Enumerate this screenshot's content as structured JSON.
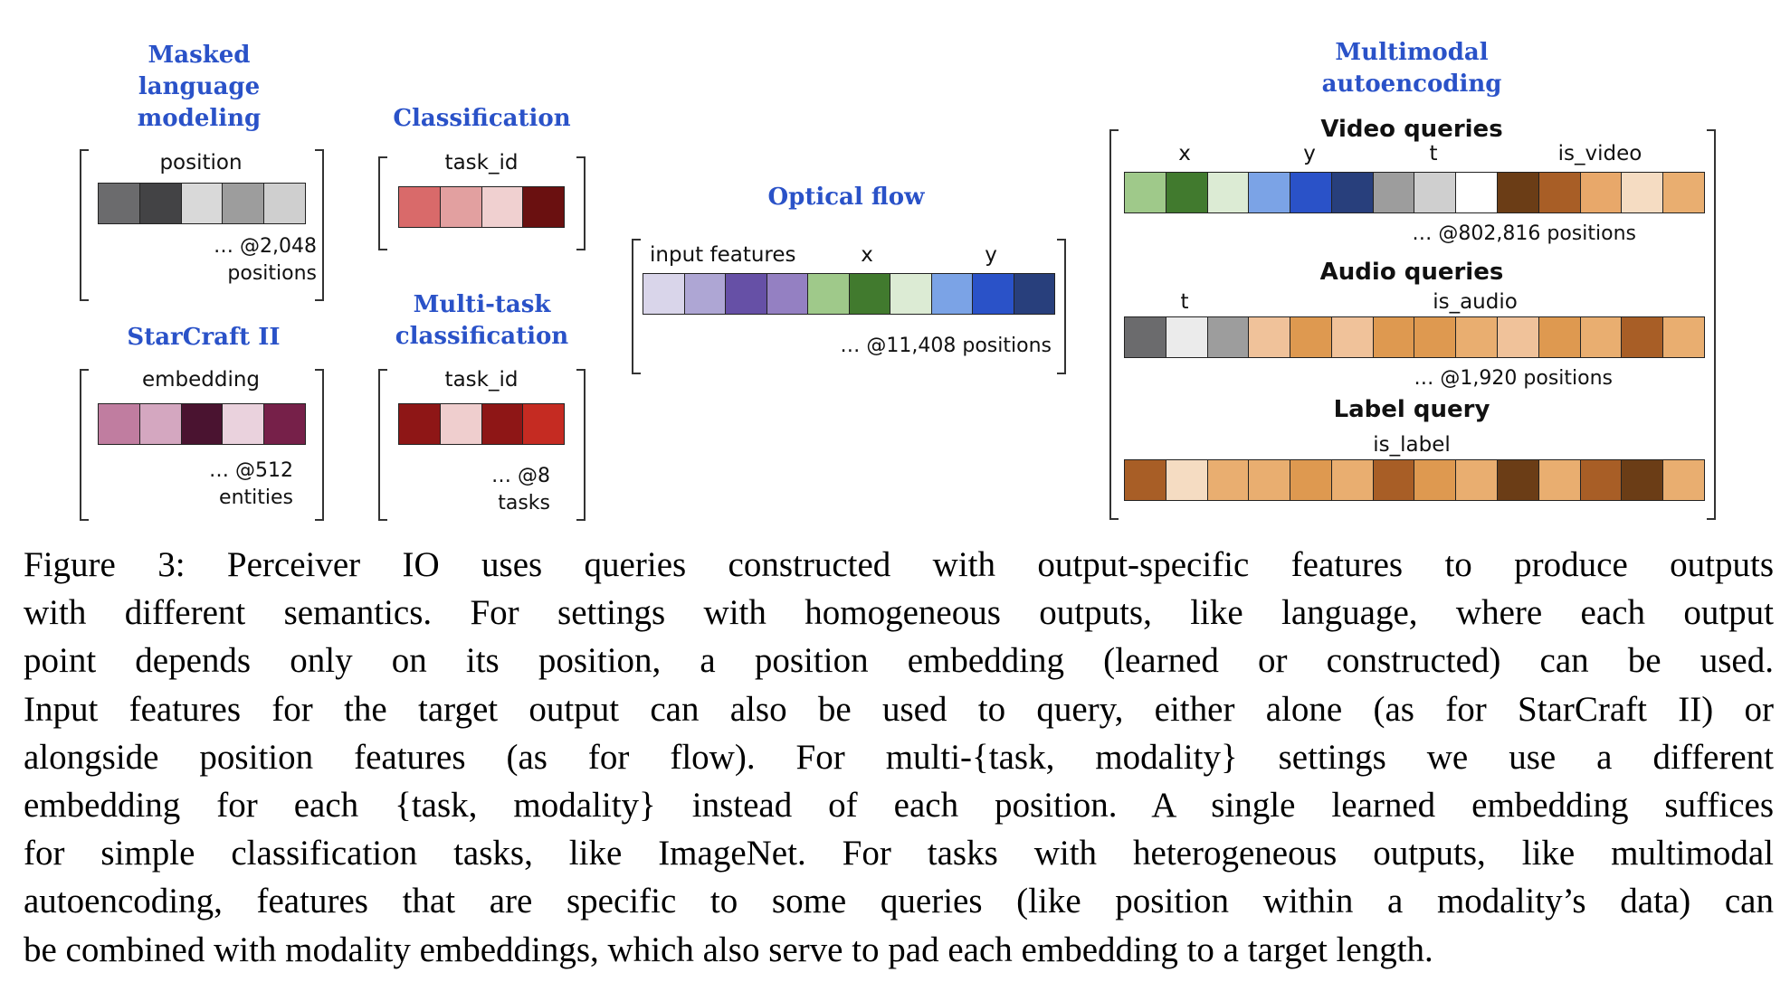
{
  "panels": {
    "mlm": {
      "title": [
        "Masked",
        "language",
        "modeling"
      ],
      "feature_label": "position",
      "note": [
        "… @2,048",
        "positions"
      ],
      "cells": [
        "#6b6b6d",
        "#434345",
        "#d9d9d9",
        "#9d9d9d",
        "#cfcfcf"
      ]
    },
    "classification": {
      "title": [
        "Classification"
      ],
      "feature_label": "task_id",
      "cells": [
        "#d96a6a",
        "#e2a0a0",
        "#f0d0d0",
        "#6a1010"
      ]
    },
    "starcraft": {
      "title": [
        "StarCraft II"
      ],
      "feature_label": "embedding",
      "note": [
        "… @512",
        "entities"
      ],
      "cells": [
        "#c07da0",
        "#d4a7c0",
        "#4a1330",
        "#ead2dd",
        "#762049"
      ]
    },
    "multitask": {
      "title": [
        "Multi-task",
        "classification"
      ],
      "feature_label": "task_id",
      "note": [
        "… @8",
        "tasks"
      ],
      "cells": [
        "#8e1616",
        "#efcece",
        "#8e1616",
        "#c52b22"
      ]
    },
    "flow": {
      "title": [
        "Optical flow"
      ],
      "labels": [
        "input features",
        "x",
        "y"
      ],
      "note": [
        "… @11,408 positions"
      ],
      "cells": [
        "#d9d5ea",
        "#aea6d4",
        "#6650a6",
        "#9480c2",
        "#9fc98a",
        "#417a2e",
        "#dcebd4",
        "#7ba3e6",
        "#2a52c8",
        "#283f7c"
      ]
    },
    "multimodal": {
      "title": [
        "Multimodal",
        "autoencoding"
      ],
      "video": {
        "heading": "Video queries",
        "labels": [
          "x",
          "y",
          "t",
          "is_video"
        ],
        "note": "… @802,816 positions",
        "cells": [
          "#9fc98a",
          "#417a2e",
          "#dcebd4",
          "#7ba3e6",
          "#2a52c8",
          "#283f7c",
          "#9d9d9d",
          "#cfcfcf",
          "#ffffff",
          "#6b3d16",
          "#a85e26",
          "#e8a86a",
          "#f5dcc2",
          "#e9ae70"
        ]
      },
      "audio": {
        "heading": "Audio queries",
        "labels": [
          "t",
          "is_audio"
        ],
        "note": "… @1,920 positions",
        "cells": [
          "#6b6b6d",
          "#ebebeb",
          "#9d9d9d",
          "#f0c29a",
          "#de9950",
          "#f0c29a",
          "#de9950",
          "#de9950",
          "#e9ae70",
          "#f0c29a",
          "#de9950",
          "#e9ae70",
          "#a85e26",
          "#e9ae70"
        ]
      },
      "label": {
        "heading": "Label query",
        "labels": [
          "is_label"
        ],
        "cells": [
          "#a85e26",
          "#f5dcc2",
          "#e9ae70",
          "#e9ae70",
          "#de9950",
          "#e9ae70",
          "#a85e26",
          "#de9950",
          "#e9ae70",
          "#6b3d16",
          "#e9ae70",
          "#a85e26",
          "#6b3d16",
          "#e9ae70"
        ]
      }
    }
  },
  "caption": [
    "Figure 3:  Perceiver IO uses queries constructed with output-specific features to produce outputs",
    "with different semantics. For settings with homogeneous outputs, like language, where each output",
    "point depends only on its position, a position embedding (learned or constructed) can be used.",
    "Input features for the target output can also be used to query, either alone (as for StarCraft II) or",
    "alongside position features (as for flow).  For multi-{task, modality} settings we use a different",
    "embedding for each {task, modality} instead of each position.  A single learned embedding suffices",
    "for simple classification tasks, like ImageNet. For tasks with heterogeneous outputs, like multimodal",
    "autoencoding, features that are specific to some queries (like position within a modality’s data) can",
    "be combined with modality embeddings, which also serve to pad each embedding to a target length."
  ]
}
